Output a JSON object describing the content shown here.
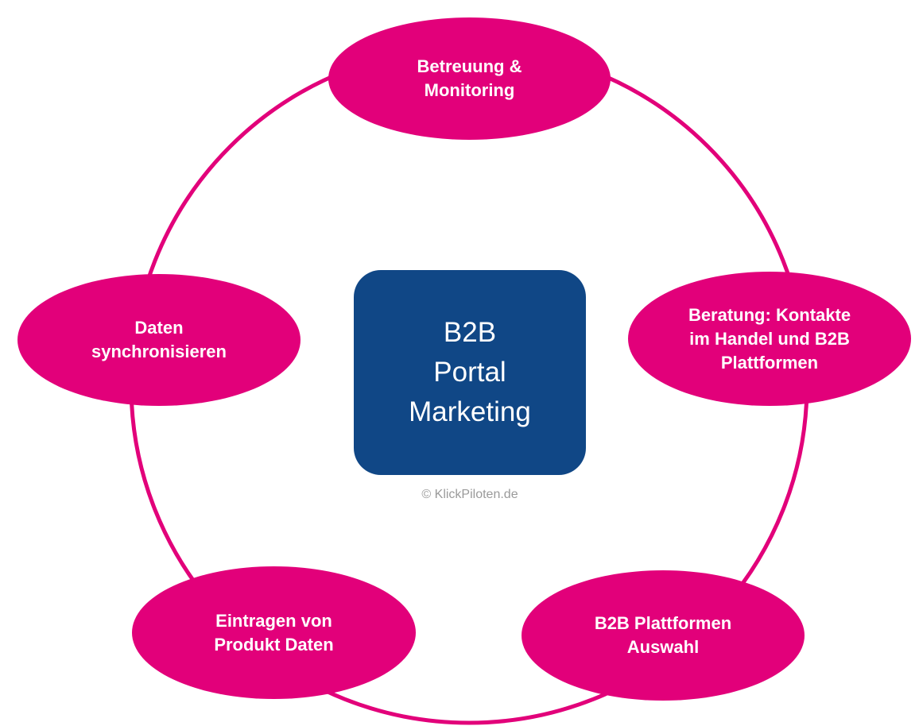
{
  "colors": {
    "ring": "#e2007a",
    "ellipse_fill": "#e2007a",
    "center_fill": "#104786",
    "text_light": "#ffffff",
    "copyright_text": "#9a9a9a"
  },
  "center": {
    "lines": [
      "B2B",
      "Portal",
      "Marketing"
    ]
  },
  "nodes": [
    {
      "id": "betreuung",
      "label": "Betreuung &\nMonitoring"
    },
    {
      "id": "beratung",
      "label": "Beratung: Kontakte\nim Handel und B2B\nPlattformen"
    },
    {
      "id": "plattformen-auswahl",
      "label": "B2B Plattformen\nAuswahl"
    },
    {
      "id": "eintragen",
      "label": "Eintragen von\nProdukt Daten"
    },
    {
      "id": "daten-sync",
      "label": "Daten\nsynchronisieren"
    }
  ],
  "copyright": "© KlickPiloten.de"
}
